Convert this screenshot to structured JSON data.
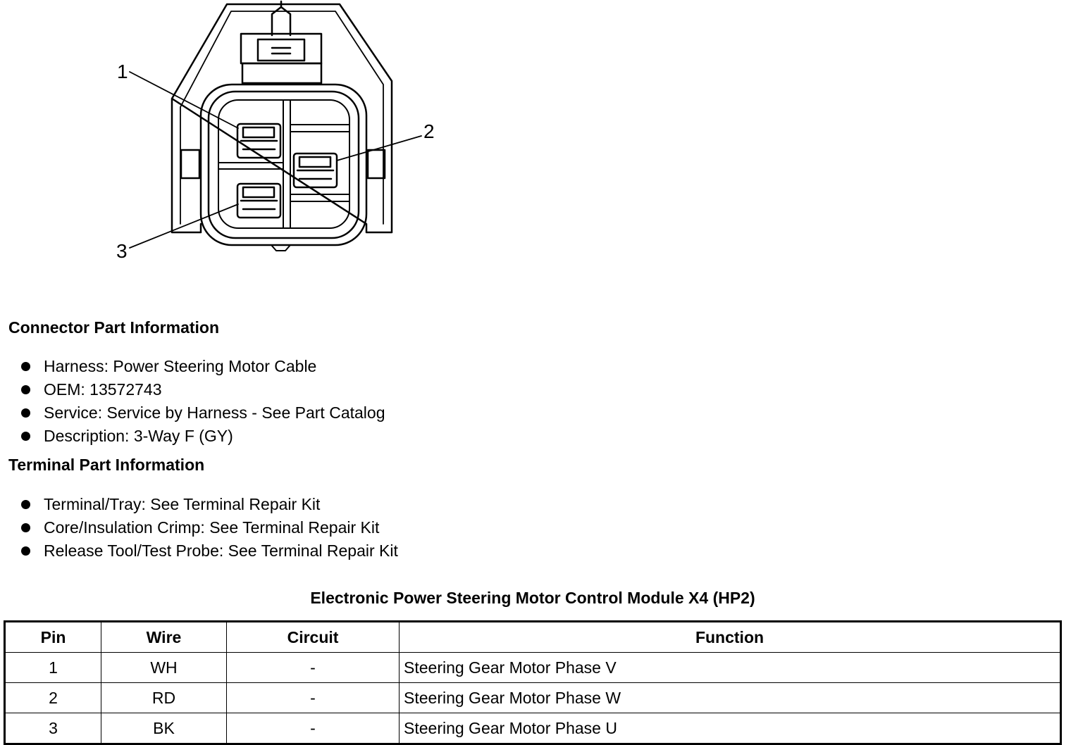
{
  "diagram": {
    "callouts": [
      "1",
      "2",
      "3"
    ]
  },
  "connector_info": {
    "heading": "Connector Part Information",
    "items": [
      "Harness: Power Steering Motor Cable",
      "OEM: 13572743",
      "Service: Service by Harness - See Part Catalog",
      "Description: 3-Way F (GY)"
    ]
  },
  "terminal_info": {
    "heading": "Terminal Part Information",
    "items": [
      "Terminal/Tray: See Terminal Repair Kit",
      "Core/Insulation Crimp: See Terminal Repair Kit",
      "Release Tool/Test Probe: See Terminal Repair Kit"
    ]
  },
  "pin_table": {
    "title": "Electronic Power Steering Motor Control Module X4 (HP2)",
    "headers": [
      "Pin",
      "Wire",
      "Circuit",
      "Function"
    ],
    "rows": [
      [
        "1",
        "WH",
        "-",
        "Steering Gear Motor Phase V"
      ],
      [
        "2",
        "RD",
        "-",
        "Steering Gear Motor Phase W"
      ],
      [
        "3",
        "BK",
        "-",
        "Steering Gear Motor Phase U"
      ]
    ]
  }
}
